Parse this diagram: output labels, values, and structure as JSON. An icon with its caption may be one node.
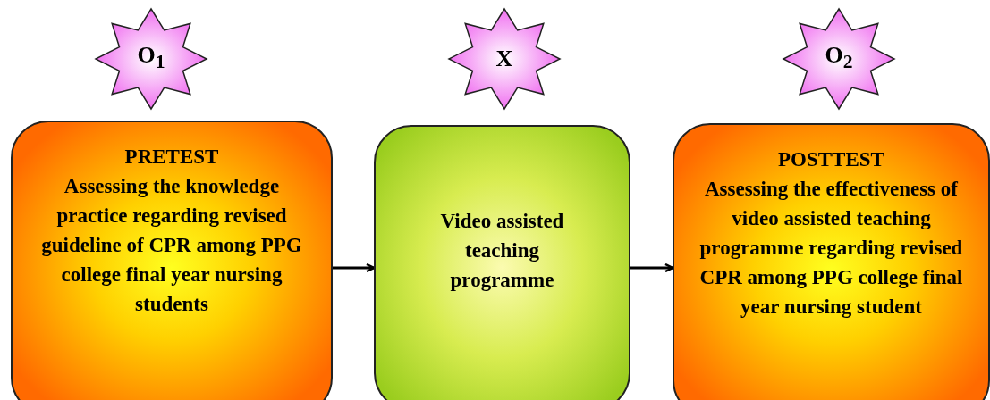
{
  "diagram": {
    "nodes": [
      {
        "text": [
          "O$_{1}$"
        ]
      },
      {
        "text": [
          "X"
        ]
      },
      {
        "text": [
          "O$_{2}$"
        ]
      },
      {
        "text": [
          "PRETEST",
          "Assessing the knowledge  practice regarding revised guideline of CPR among PPG college final year nursing students"
        ]
      },
      {
        "text": [
          "Video assisted teaching programme"
        ]
      },
      {
        "text": [
          "POSTTEST",
          "Assessing the effectiveness of video assisted teaching programme regarding revised CPR among PPG college final year nursing student"
        ]
      }
    ],
    "edges": [
      {
        "from": 3,
        "to": 4,
        "arrow": "to"
      },
      {
        "from": 4,
        "to": 5,
        "arrow": "to"
      }
    ]
  }
}
